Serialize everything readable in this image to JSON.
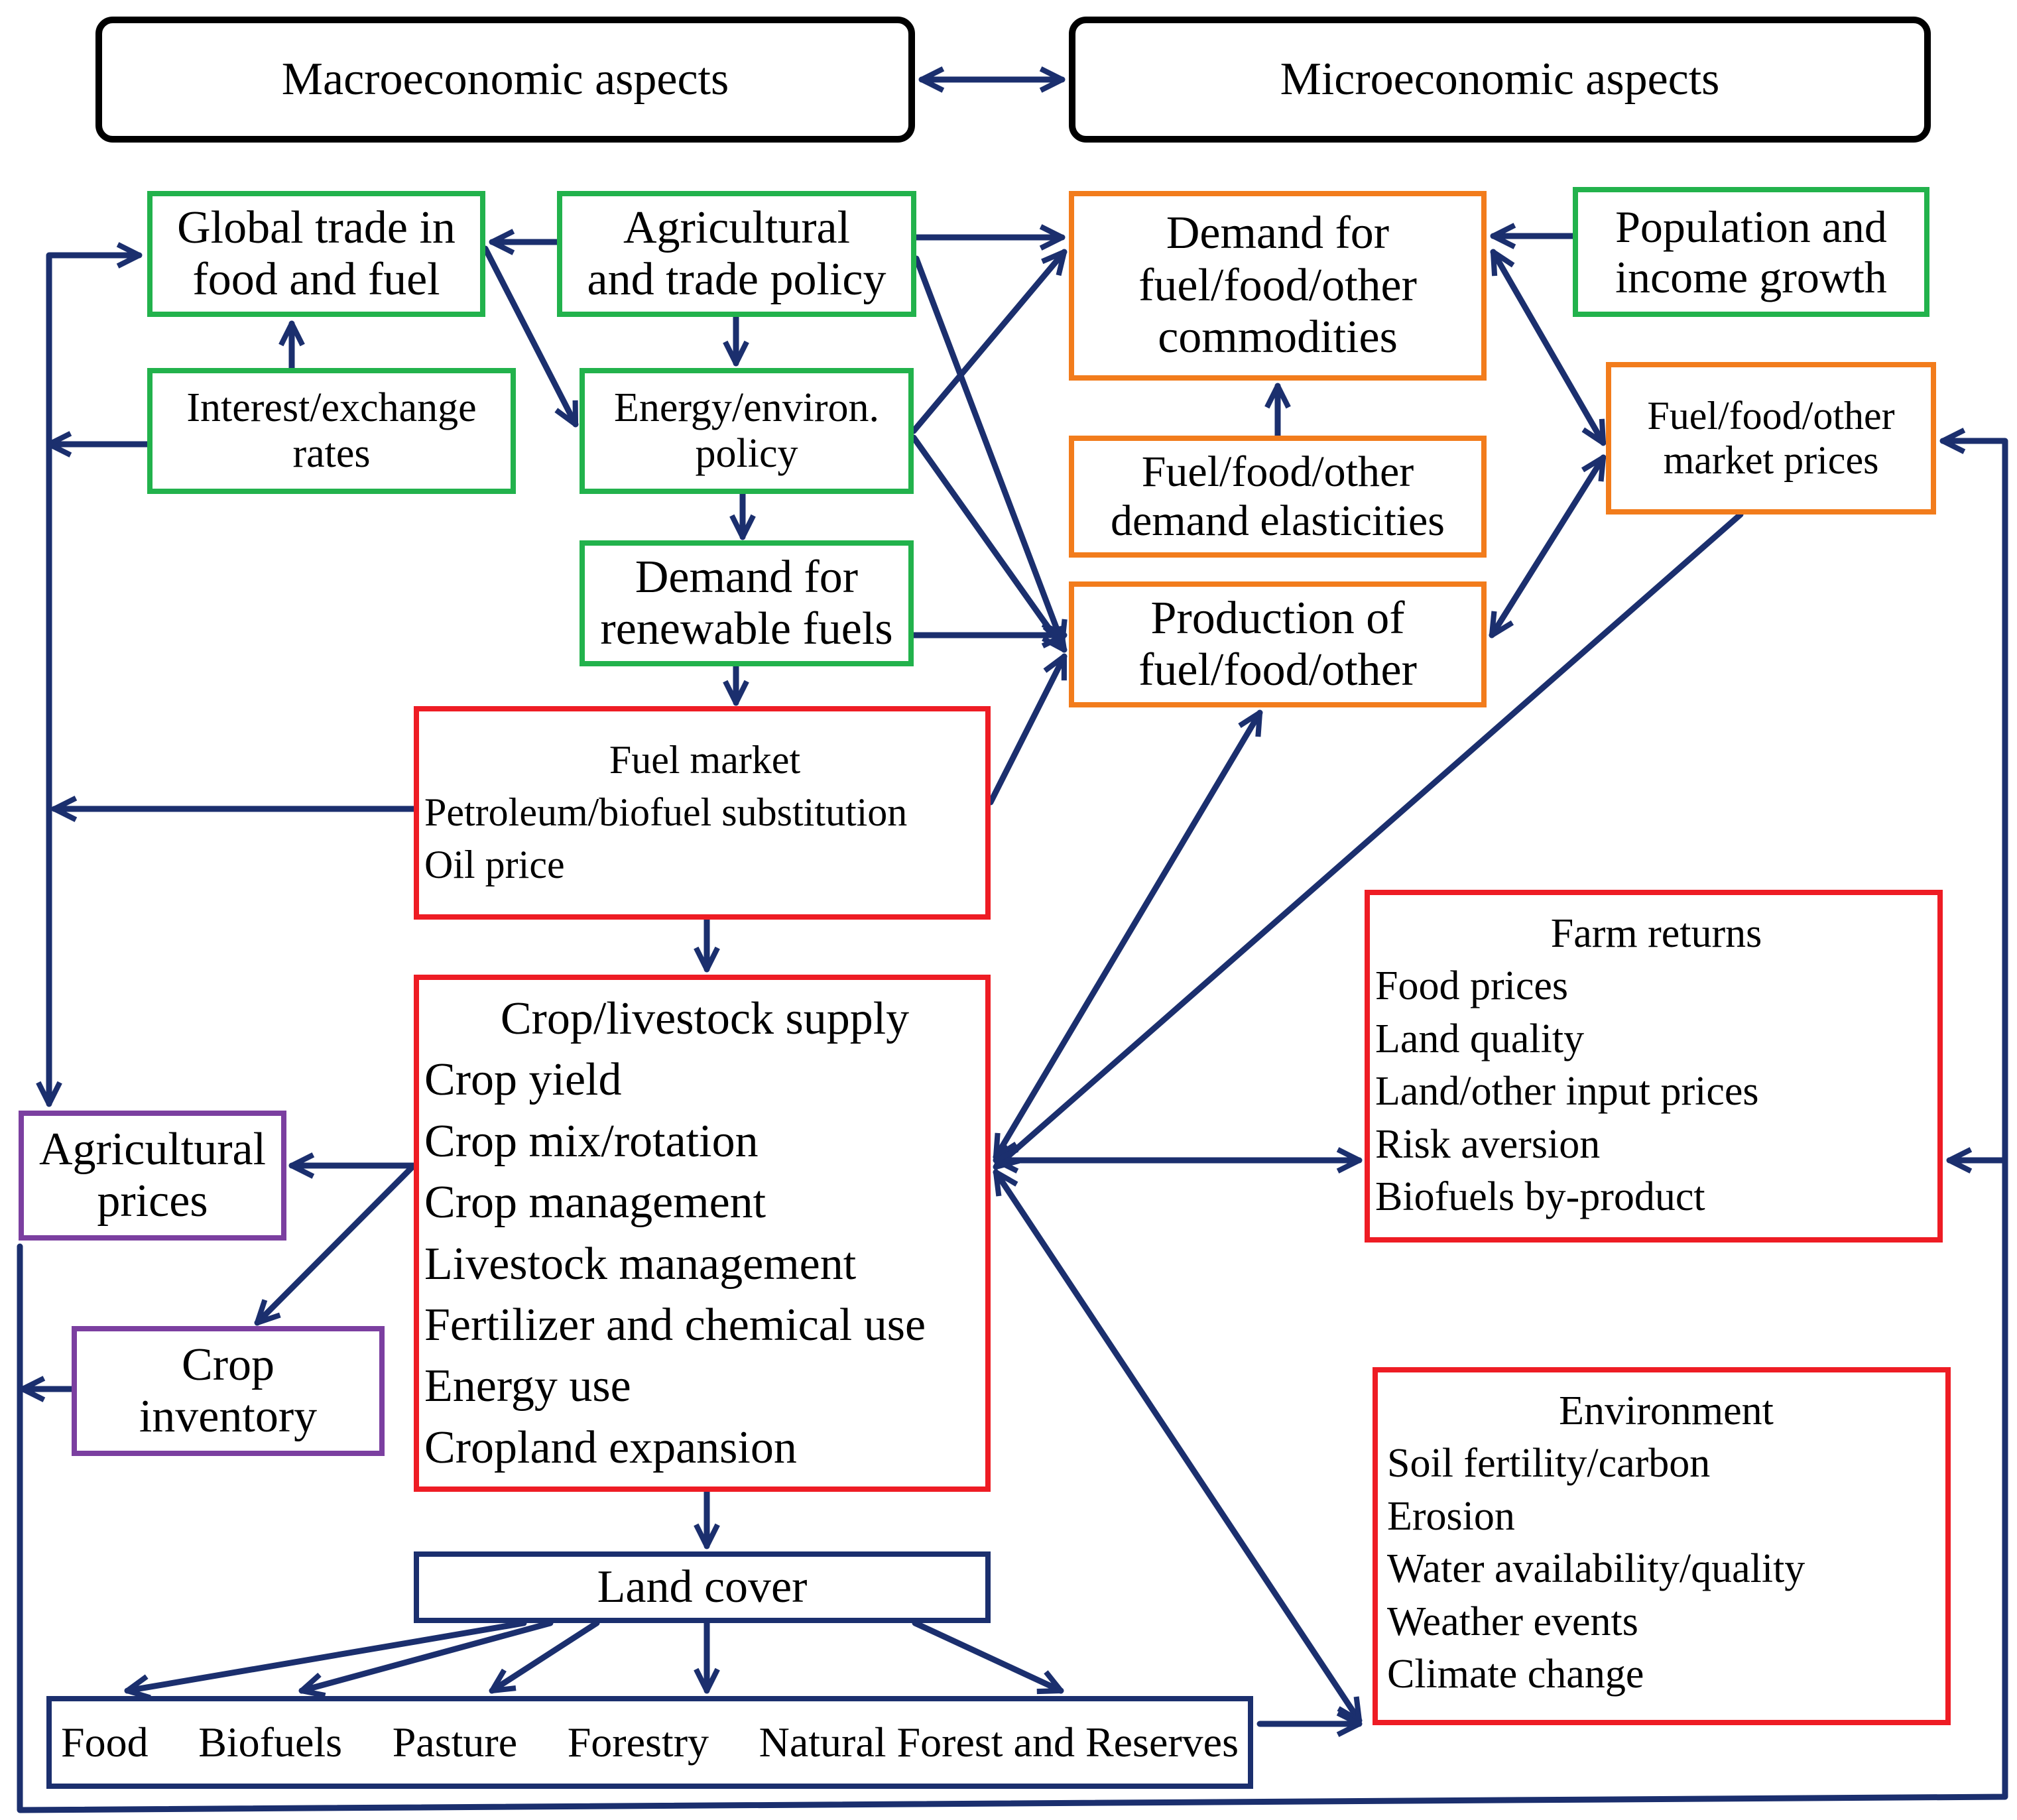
{
  "colors": {
    "arrow": "#1b2f6e",
    "green": "#22b24c",
    "orange": "#f27c1c",
    "red": "#ee1c24",
    "purple": "#7b3fa0",
    "black": "#000000"
  },
  "nodes": {
    "macro": {
      "lines": [
        "Macroeconomic aspects"
      ]
    },
    "micro": {
      "lines": [
        "Microeconomic aspects"
      ]
    },
    "global_trade": {
      "lines": [
        "Global trade in",
        "food and fuel"
      ]
    },
    "ag_trade_policy": {
      "lines": [
        "Agricultural",
        "and trade policy"
      ]
    },
    "interest_rates": {
      "lines": [
        "Interest/exchange",
        "rates"
      ]
    },
    "energy_policy": {
      "lines": [
        "Energy/environ.",
        "policy"
      ]
    },
    "demand_renewable": {
      "lines": [
        "Demand for",
        "renewable fuels"
      ]
    },
    "demand_commodities": {
      "lines": [
        "Demand for",
        "fuel/food/other",
        "commodities"
      ]
    },
    "population": {
      "lines": [
        "Population and",
        "income growth"
      ]
    },
    "demand_elasticities": {
      "lines": [
        "Fuel/food/other",
        "demand elasticities"
      ]
    },
    "market_prices": {
      "lines": [
        "Fuel/food/other",
        "market prices"
      ]
    },
    "production": {
      "lines": [
        "Production of",
        "fuel/food/other"
      ]
    },
    "fuel_market": {
      "title": "Fuel market",
      "items": [
        "Petroleum/biofuel substitution",
        "Oil price"
      ]
    },
    "crop_supply": {
      "title": "Crop/livestock supply",
      "items": [
        "Crop yield",
        "Crop mix/rotation",
        "Crop management",
        "Livestock management",
        "Fertilizer and chemical use",
        "Energy use",
        "Cropland expansion"
      ]
    },
    "farm_returns": {
      "title": "Farm returns",
      "items": [
        "Food prices",
        "Land quality",
        "Land/other input prices",
        "Risk aversion",
        "Biofuels by-product"
      ]
    },
    "environment": {
      "title": "Environment",
      "items": [
        "Soil fertility/carbon",
        "Erosion",
        "Water availability/quality",
        "Weather events",
        "Climate change"
      ]
    },
    "ag_prices": {
      "lines": [
        "Agricultural",
        "prices"
      ]
    },
    "crop_inventory": {
      "lines": [
        "Crop",
        "inventory"
      ]
    },
    "land_cover": {
      "lines": [
        "Land cover"
      ]
    },
    "land_uses": {
      "items": [
        "Food",
        "Biofuels",
        "Pasture",
        "Forestry",
        "Natural Forest and Reserves"
      ]
    }
  }
}
